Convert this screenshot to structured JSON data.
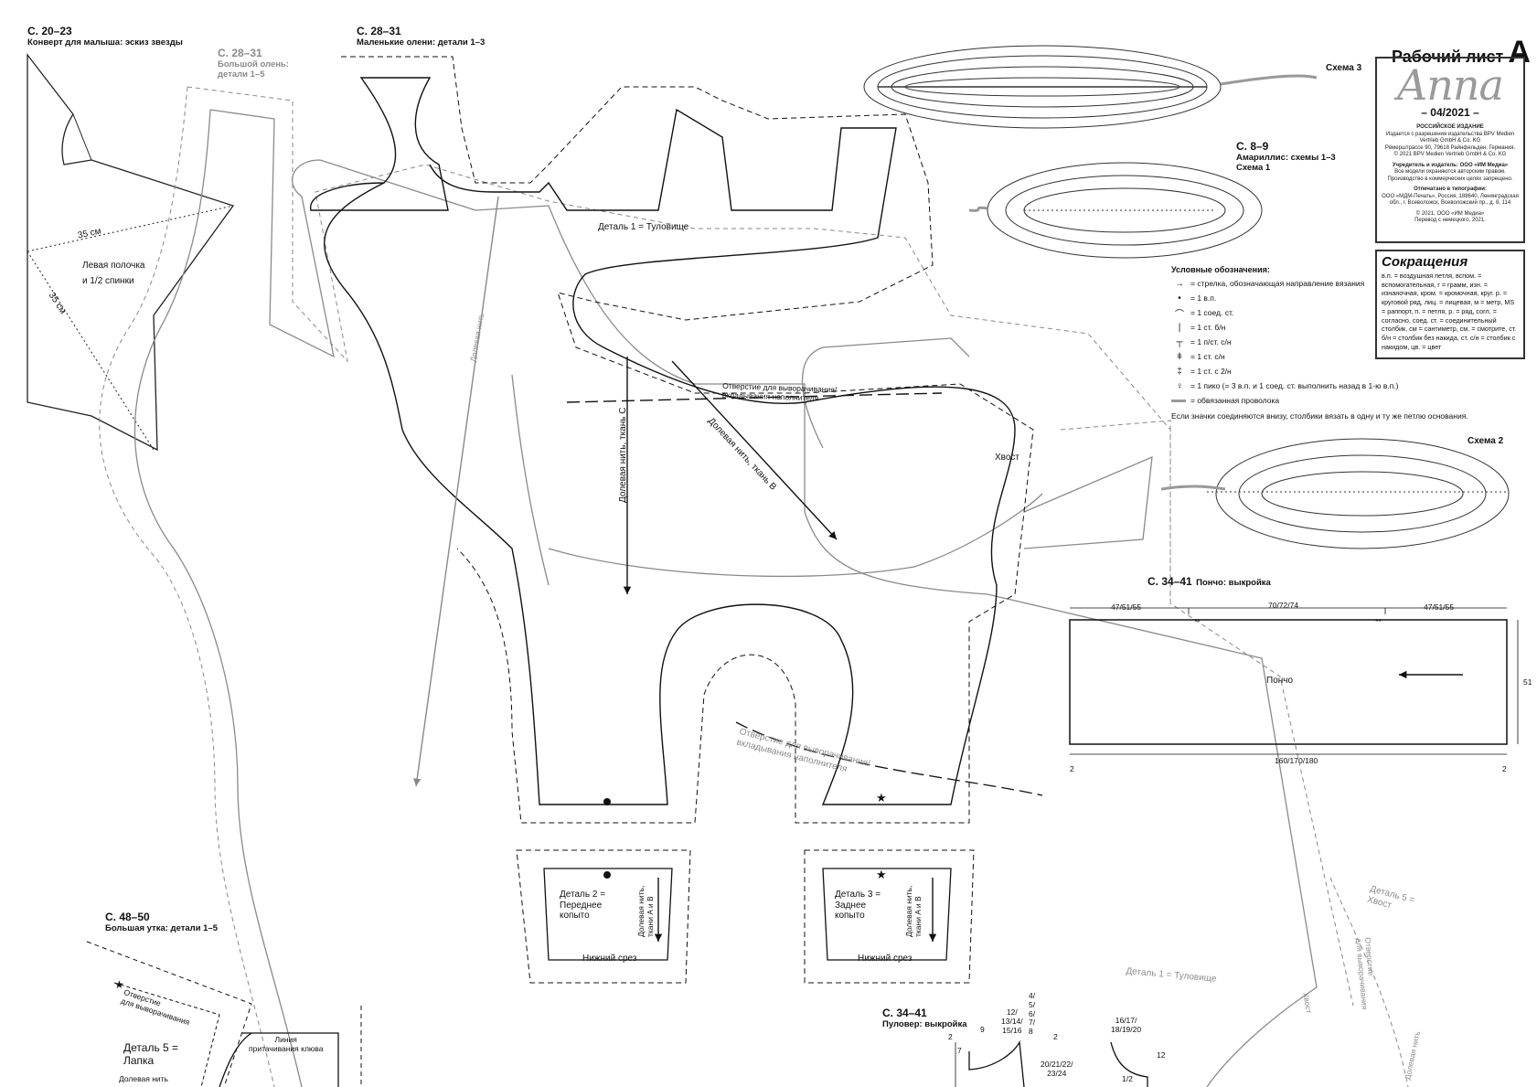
{
  "header": {
    "sheet_label": "Рабочий лист",
    "sheet_letter": "A",
    "logo": "Anna",
    "issue": "– 04/2021 –",
    "publisher_lines": [
      "РОССИЙСКОЕ ИЗДАНИЕ",
      "Издается с разрешения издательства BPV Medien",
      "Vertrieb GmbH & Co. KG",
      "Рёмерштрассе 90, 79618 Райнфельден, Германия.",
      "© 2021 BPV Medien Vertrieb GmbH & Co. KG",
      "Учредитель и издатель: ООО «ИМ Медиа»",
      "Все модели охраняются авторским правом.",
      "Производство в коммерческих целях запрещено.",
      "Отпечатано в типографии:",
      "ООО «МДМ-Печать», Россия, 188640, Ленинградская",
      "обл., г. Всеволожск, Всеволожский пр., д. 8, 114",
      "© 2021, ООО «ИМ Медиа»",
      "Перевод с немецкого, 2021."
    ]
  },
  "abbreviations": {
    "title": "Сокращения",
    "text": "в.п. = воздушная петля, вспом. = вспомогательная, г = грамм, изн. = изнаночная, кром. = кромочная, круг. р. = круговой ряд, лиц. = лицевая, м = метр, MS = раппорт, п. = петля, р. = ряд, согл. = согласно, соед. ст. = соединительный столбик, см = сантиметр, см. = смотрите, ст. б/н = столбик без накида, ст. с/н = столбик с накидом, цв. = цвет"
  },
  "legend": {
    "title": "Условные обозначения:",
    "items": [
      {
        "symbol": "→",
        "text": "= стрелка, обозначающая направление вязания"
      },
      {
        "symbol": "•",
        "text": "= 1 в.п."
      },
      {
        "symbol": "⌒",
        "text": "= 1 соед. ст."
      },
      {
        "symbol": "|",
        "text": "= 1 ст. б/н"
      },
      {
        "symbol": "┬",
        "text": "= 1 п/ст. с/н"
      },
      {
        "symbol": "ǂ",
        "text": "= 1 ст. с/н"
      },
      {
        "symbol": "‡",
        "text": "= 1 ст. с 2/н"
      },
      {
        "symbol": "♀",
        "text": "= 1 пико (= 3 в.п. и 1 соед. ст. выполнить назад в 1-ю в.п.)"
      },
      {
        "symbol": "line",
        "text": "= обвязанная проволока"
      }
    ],
    "note": "Если значки соединяются внизу, столбики вязать в одну и ту же петлю основания."
  },
  "sections": {
    "s1": {
      "title": "С. 20–23",
      "subtitle": "Конверт для малыша: эскиз звезды"
    },
    "s2": {
      "title": "С. 28–31",
      "subtitle": "Маленькие олени: детали 1–3"
    },
    "s3": {
      "title": "С. 28–31",
      "subtitle": "Большой олень:",
      "subtitle2": "детали 1–5"
    },
    "s4": {
      "title": "С. 8–9",
      "subtitle": "Амариллис: схемы 1–3",
      "subtitle2": "Схема 1"
    },
    "s5": {
      "title": "С. 34–41",
      "subtitle": "Пончо: выкройка"
    },
    "s6": {
      "title": "С. 48–50",
      "subtitle": "Большая утка: детали 1–5"
    },
    "s7": {
      "title": "С. 34–41",
      "subtitle": "Пуловер: выкройка"
    }
  },
  "schemes": {
    "scheme2": "Схема 2",
    "scheme3": "Схема 3"
  },
  "star": {
    "dim1": "35 см",
    "dim2": "35 см",
    "label1": "Левая полочка",
    "label2": "и 1/2 спинки"
  },
  "deer": {
    "detail1": "Деталь 1 = Туловище",
    "grain": "Долевая нить",
    "grain_c": "Долевая нить, ткань C",
    "grain_b": "Долевая нить, ткань B",
    "opening1": "Отверстие для выворачивания/",
    "opening2": "вкладывания наполнителя",
    "tail": "Хвост",
    "detail2_l1": "Деталь 2 =",
    "detail2_l2": "Переднее",
    "detail2_l3": "копыто",
    "detail3_l1": "Деталь 3 =",
    "detail3_l2": "Заднее",
    "detail3_l3": "копыто",
    "grain_ab1": "Долевая нить,",
    "grain_ab2": "ткани A и B",
    "bottom_cut": "Нижний срез"
  },
  "bigdeer": {
    "opening1": "Отверстие для выворачивания/",
    "opening2": "вкладывания наполнителя",
    "detail1": "Деталь 1 = Туловище",
    "tail": "Хвост",
    "detail5_1": "Деталь 5 =",
    "detail5_2": "Хвост",
    "opening_v1": "Отверстие",
    "opening_v2": "для выворачивания",
    "grain": "Долевая нить"
  },
  "poncho": {
    "top_left": "47/51/55",
    "top_mid": "70/72/74",
    "top_right": "47/51/55",
    "stars_a": "**",
    "stars_b": "**",
    "label": "Пончо",
    "height": "51",
    "bottom": "160/170/180",
    "mark_left": "2",
    "mark_right": "2"
  },
  "duck": {
    "opening1": "Отверстие",
    "opening2": "для выворачивания",
    "detail5_1": "Деталь 5 =",
    "detail5_2": "Лапка",
    "grain": "Долевая нить",
    "beak1": "Линия",
    "beak2": "притачивания клюва"
  },
  "pullover": {
    "n2a": "2",
    "n7": "7",
    "n9": "9",
    "n12a": "12/",
    "n1314": "13/14/",
    "n1516": "15/16",
    "n4": "4/",
    "n5": "5/",
    "n6": "6/",
    "n7b": "7/",
    "n8": "8",
    "n2b": "2",
    "n2022": "20/21/22/",
    "n2324": "23/24",
    "n1617": "16/17/",
    "n1820": "18/19/20",
    "n12b": "12",
    "half": "1/2"
  }
}
